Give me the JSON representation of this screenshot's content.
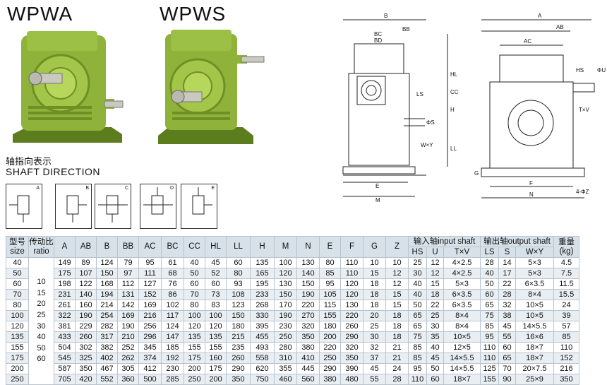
{
  "titles": {
    "left": "WPWA",
    "right": "WPWS"
  },
  "shaft_direction": {
    "cn": "轴指向表示",
    "en": "SHAFT DIRECTION",
    "tags": [
      "A",
      "B",
      "C",
      "D",
      "E"
    ]
  },
  "drawing_labels": {
    "front": [
      "B",
      "BB",
      "BC",
      "BD",
      "HL",
      "H",
      "LL",
      "LS",
      "ΦS",
      "W×Y",
      "E",
      "M",
      "CC"
    ],
    "side": [
      "A",
      "AB",
      "AC",
      "HS",
      "ΦU",
      "T×V",
      "F",
      "N",
      "4-ΦZ",
      "G"
    ]
  },
  "table": {
    "header_row1": [
      "型号",
      "传动比",
      "A",
      "AB",
      "B",
      "BB",
      "AC",
      "BC",
      "CC",
      "HL",
      "LL",
      "H",
      "M",
      "N",
      "E",
      "F",
      "G",
      "Z",
      "输入轴input shaft",
      "输出轴output shaft",
      "重量"
    ],
    "header_row1_sub": {
      "model": "size",
      "ratio": "ratio",
      "weight": "(kg)"
    },
    "header_row2": [
      "HS",
      "U",
      "T×V",
      "LS",
      "S",
      "W×Y"
    ],
    "ratios": [
      "10",
      "15",
      "20",
      "25",
      "30",
      "40",
      "50",
      "60"
    ],
    "rows": [
      [
        "40",
        "149",
        "89",
        "124",
        "79",
        "95",
        "61",
        "40",
        "45",
        "60",
        "135",
        "100",
        "130",
        "80",
        "110",
        "10",
        "10",
        "25",
        "12",
        "4×2.5",
        "28",
        "14",
        "5×3",
        "4.5"
      ],
      [
        "50",
        "175",
        "107",
        "150",
        "97",
        "111",
        "68",
        "50",
        "52",
        "80",
        "165",
        "120",
        "140",
        "85",
        "110",
        "15",
        "12",
        "30",
        "12",
        "4×2.5",
        "40",
        "17",
        "5×3",
        "7.5"
      ],
      [
        "60",
        "198",
        "122",
        "168",
        "112",
        "127",
        "76",
        "60",
        "60",
        "93",
        "195",
        "130",
        "150",
        "95",
        "120",
        "18",
        "12",
        "40",
        "15",
        "5×3",
        "50",
        "22",
        "6×3.5",
        "11.5"
      ],
      [
        "70",
        "231",
        "140",
        "194",
        "131",
        "152",
        "86",
        "70",
        "73",
        "108",
        "233",
        "150",
        "190",
        "105",
        "120",
        "18",
        "15",
        "40",
        "18",
        "6×3.5",
        "60",
        "28",
        "8×4",
        "15.5"
      ],
      [
        "80",
        "261",
        "160",
        "214",
        "142",
        "169",
        "102",
        "80",
        "83",
        "123",
        "268",
        "170",
        "220",
        "115",
        "130",
        "18",
        "15",
        "50",
        "22",
        "6×3.5",
        "65",
        "32",
        "10×5",
        "24"
      ],
      [
        "100",
        "322",
        "190",
        "254",
        "169",
        "216",
        "117",
        "100",
        "100",
        "150",
        "330",
        "190",
        "270",
        "155",
        "220",
        "20",
        "18",
        "65",
        "25",
        "8×4",
        "75",
        "38",
        "10×5",
        "39"
      ],
      [
        "120",
        "381",
        "229",
        "282",
        "190",
        "256",
        "124",
        "120",
        "120",
        "180",
        "395",
        "230",
        "320",
        "180",
        "260",
        "25",
        "18",
        "65",
        "30",
        "8×4",
        "85",
        "45",
        "14×5.5",
        "57"
      ],
      [
        "135",
        "433",
        "260",
        "317",
        "210",
        "296",
        "147",
        "135",
        "135",
        "215",
        "455",
        "250",
        "350",
        "200",
        "290",
        "30",
        "18",
        "75",
        "35",
        "10×5",
        "95",
        "55",
        "16×6",
        "85"
      ],
      [
        "155",
        "504",
        "302",
        "382",
        "252",
        "345",
        "185",
        "155",
        "155",
        "235",
        "493",
        "280",
        "380",
        "220",
        "320",
        "32",
        "21",
        "85",
        "40",
        "12×5",
        "110",
        "60",
        "18×7",
        "110"
      ],
      [
        "175",
        "545",
        "325",
        "402",
        "262",
        "374",
        "192",
        "175",
        "160",
        "260",
        "558",
        "310",
        "410",
        "250",
        "350",
        "37",
        "21",
        "85",
        "45",
        "14×5.5",
        "110",
        "65",
        "18×7",
        "152"
      ],
      [
        "200",
        "587",
        "350",
        "467",
        "305",
        "412",
        "230",
        "200",
        "175",
        "290",
        "620",
        "355",
        "445",
        "290",
        "390",
        "45",
        "24",
        "95",
        "50",
        "14×5.5",
        "125",
        "70",
        "20×7.5",
        "216"
      ],
      [
        "250",
        "705",
        "420",
        "552",
        "360",
        "500",
        "285",
        "250",
        "200",
        "350",
        "750",
        "460",
        "560",
        "380",
        "480",
        "55",
        "28",
        "110",
        "60",
        "18×7",
        "155",
        "90",
        "25×9",
        "350"
      ]
    ]
  }
}
